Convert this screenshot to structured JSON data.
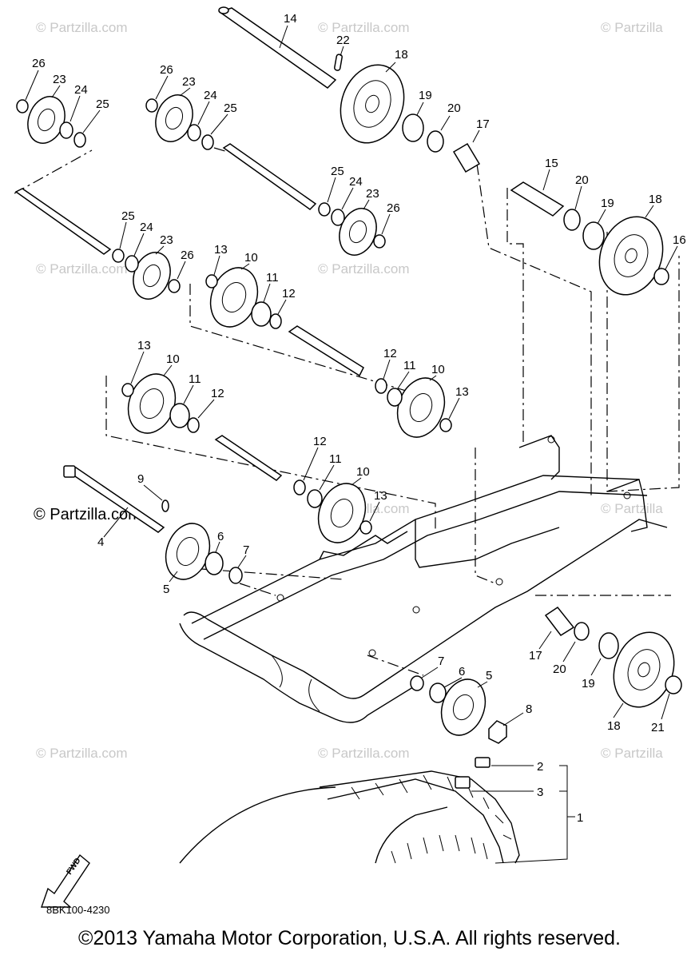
{
  "watermarks": {
    "text": "© Partzilla.com",
    "short_text": "© Partzilla"
  },
  "diagram_code": "8BK100-4230",
  "fwd_label": "FWD",
  "copyright": "©2013 Yamaha Motor Corporation, U.S.A. All rights reserved.",
  "callouts": {
    "c14": "14",
    "c22": "22",
    "c18a": "18",
    "c19a": "19",
    "c20a": "20",
    "c17a": "17",
    "c26a": "26",
    "c23a": "23",
    "c24a": "24",
    "c25a": "25",
    "c26b": "26",
    "c23b": "23",
    "c24b": "24",
    "c25b": "25",
    "c25c": "25",
    "c24c": "24",
    "c23c": "23",
    "c26c": "26",
    "c25d": "25",
    "c24d": "24",
    "c23d": "23",
    "c26d": "26",
    "c15": "15",
    "c20b": "20",
    "c19b": "19",
    "c18b": "18",
    "c16": "16",
    "c13a": "13",
    "c10a": "10",
    "c11a": "11",
    "c12a": "12",
    "c12b": "12",
    "c11b": "11",
    "c10b": "10",
    "c13b": "13",
    "c13c": "13",
    "c10c": "10",
    "c11c": "11",
    "c12c": "12",
    "c12d": "12",
    "c11d": "11",
    "c10d": "10",
    "c13d": "13",
    "c9": "9",
    "c4": "4",
    "c6a": "6",
    "c7a": "7",
    "c5a": "5",
    "c17b": "17",
    "c20c": "20",
    "c19c": "19",
    "c18c": "18",
    "c21": "21",
    "c7b": "7",
    "c6b": "6",
    "c5b": "5",
    "c8": "8",
    "c2": "2",
    "c3": "3",
    "c1": "1"
  }
}
